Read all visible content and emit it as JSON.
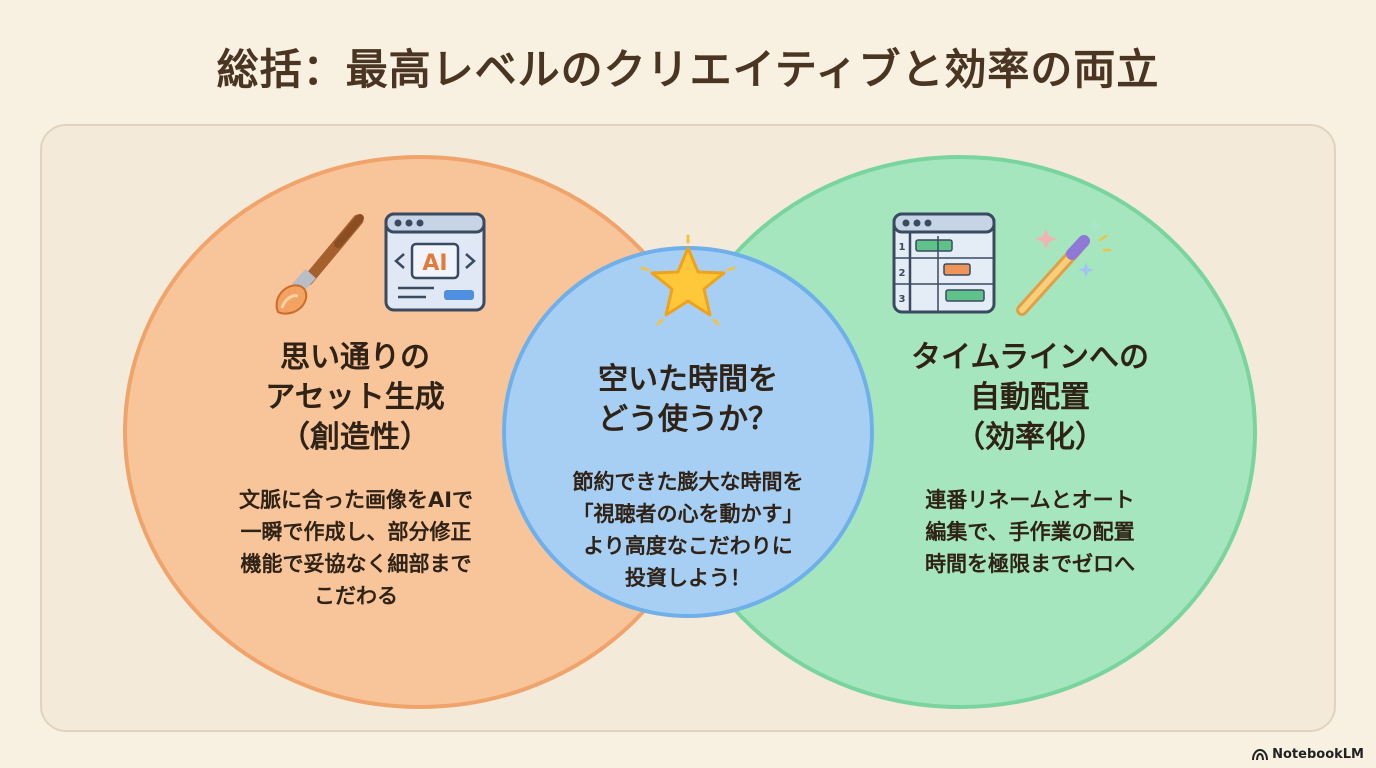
{
  "title": "総括：最高レベルのクリエイティブと効率の両立",
  "left": {
    "heading_lines": [
      "思い通りの",
      "アセット生成",
      "（創造性）"
    ],
    "body_lines": [
      "文脈に合った画像をAIで",
      "一瞬で作成し、部分修正",
      "機能で妥協なく細部まで",
      "こだわる"
    ],
    "icon_ai_label": "AI",
    "icons": [
      "paintbrush-icon",
      "ai-window-icon"
    ]
  },
  "center": {
    "heading_lines": [
      "空いた時間を",
      "どう使うか？"
    ],
    "body_lines": [
      "節約できた膨大な時間を",
      "「視聴者の心を動かす」",
      "より高度なこだわりに",
      "投資しよう！"
    ],
    "icons": [
      "star-icon"
    ]
  },
  "right": {
    "heading_lines": [
      "タイムラインへの",
      "自動配置",
      "（効率化）"
    ],
    "body_lines": [
      "連番リネームとオート",
      "編集で、手作業の配置",
      "時間を極限までゼロへ"
    ],
    "icon_row_labels": [
      "1",
      "2",
      "3"
    ],
    "icons": [
      "timeline-window-icon",
      "magic-wand-icon"
    ]
  },
  "colors": {
    "left_circle": "#f8c49a",
    "right_circle": "#a6e6bf",
    "center_circle": "#a7cff4",
    "left_border": "#f0a36a",
    "right_border": "#79d49d",
    "center_border": "#6fb0ea"
  },
  "logo": "NotebookLM"
}
